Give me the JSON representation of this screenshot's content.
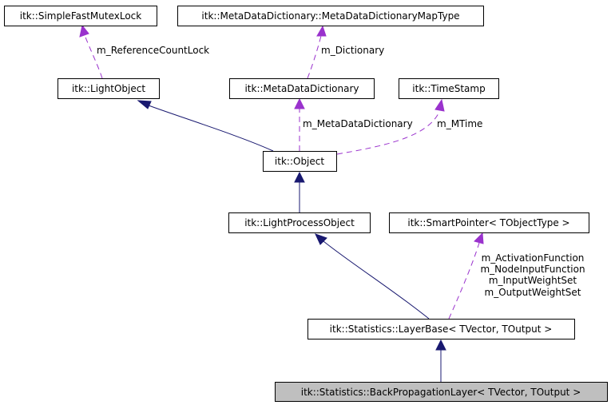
{
  "nodes": {
    "mutex": "itk::SimpleFastMutexLock",
    "dictmap": "itk::MetaDataDictionary::MetaDataDictionaryMapType",
    "lightobject": "itk::LightObject",
    "metadict": "itk::MetaDataDictionary",
    "timestamp": "itk::TimeStamp",
    "object": "itk::Object",
    "lightprocess": "itk::LightProcessObject",
    "smartpointer": "itk::SmartPointer< TObjectType >",
    "layerbase": "itk::Statistics::LayerBase< TVector, TOutput >",
    "backprop": "itk::Statistics::BackPropagationLayer< TVector, TOutput >"
  },
  "edges": {
    "refcountlock": "m_ReferenceCountLock",
    "dictionary": "m_Dictionary",
    "metadatadictionary": "m_MetaDataDictionary",
    "mtime": "m_MTime",
    "smartpointer_members": [
      "m_ActivationFunction",
      "m_NodeInputFunction",
      "m_InputWeightSet",
      "m_OutputWeightSet"
    ]
  },
  "colors": {
    "inheritance_edge": "#191970",
    "member_edge": "#9a32cd",
    "focus_node_fill": "#bfbfbf"
  }
}
